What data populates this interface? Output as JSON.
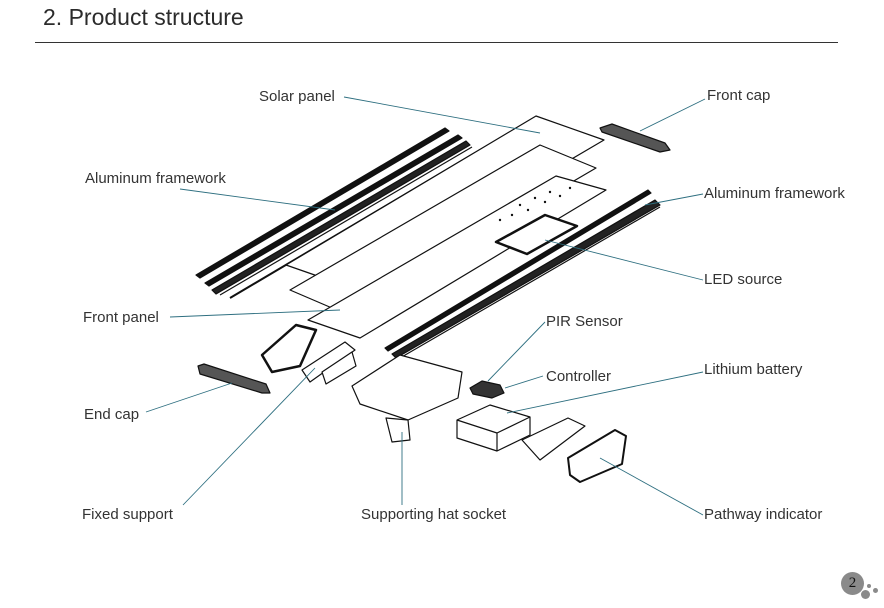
{
  "header": {
    "title": "2. Product structure"
  },
  "labels": {
    "solar_panel": "Solar panel",
    "front_cap": "Front cap",
    "aluminum_framework_left": "Aluminum framework",
    "aluminum_framework_right": "Aluminum framework",
    "led_source": "LED source",
    "front_panel": "Front panel",
    "pir_sensor": "PIR Sensor",
    "controller": "Controller",
    "lithium_battery": "Lithium battery",
    "end_cap": "End cap",
    "fixed_support": "Fixed support",
    "supporting_hat_socket": "Supporting hat socket",
    "pathway_indicator": "Pathway indicator"
  },
  "colors": {
    "leader": "#2e6f80",
    "outline": "#111111"
  },
  "footer": {
    "page_number": "2"
  }
}
